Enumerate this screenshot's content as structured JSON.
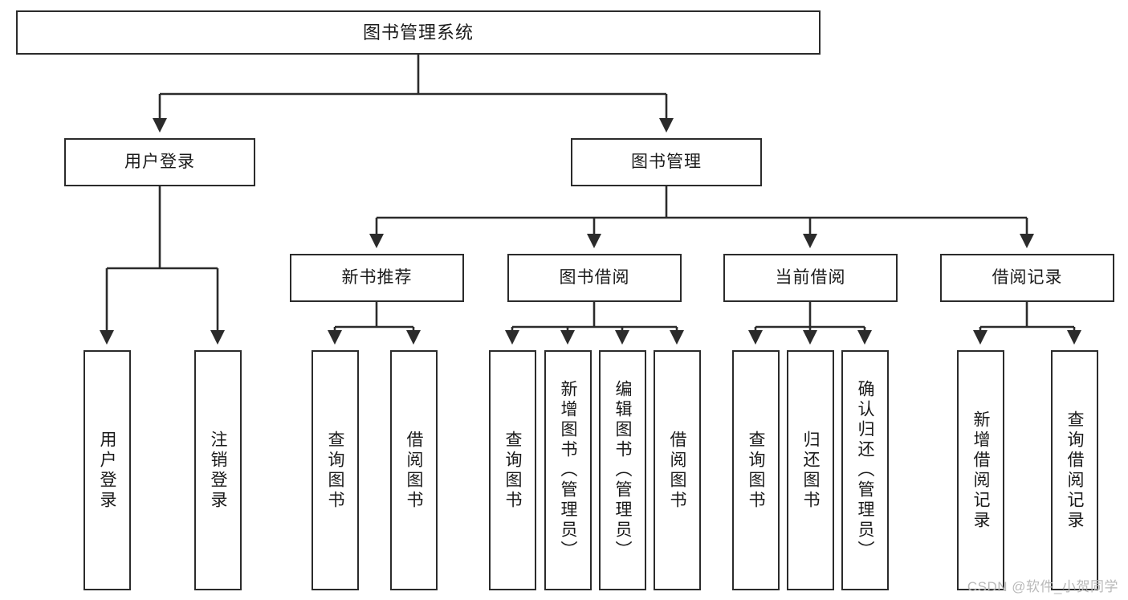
{
  "diagram": {
    "title": "图书管理系统",
    "type": "tree",
    "stroke_color": "#2b2b2b",
    "fill_color": "#ffffff",
    "text_color": "#1a1a1a",
    "watermark": "CSDN @软件_小贺同学"
  },
  "nodes": {
    "root": {
      "label": "图书管理系统"
    },
    "level2": [
      {
        "label": "用户登录"
      },
      {
        "label": "图书管理"
      }
    ],
    "level3": [
      {
        "label": "新书推荐"
      },
      {
        "label": "图书借阅"
      },
      {
        "label": "当前借阅"
      },
      {
        "label": "借阅记录"
      }
    ],
    "leaves_user_login": [
      {
        "label": "用户登录"
      },
      {
        "label": "注销登录"
      }
    ],
    "leaves_new_books": [
      {
        "label": "查询图书"
      },
      {
        "label": "借阅图书"
      }
    ],
    "leaves_borrow": [
      {
        "label": "查询图书"
      },
      {
        "label": "新增图书（管理员）"
      },
      {
        "label": "编辑图书（管理员）"
      },
      {
        "label": "借阅图书"
      }
    ],
    "leaves_current": [
      {
        "label": "查询图书"
      },
      {
        "label": "归还图书"
      },
      {
        "label": "确认归还（管理员）"
      }
    ],
    "leaves_records": [
      {
        "label": "新增借阅记录"
      },
      {
        "label": "查询借阅记录"
      }
    ]
  }
}
